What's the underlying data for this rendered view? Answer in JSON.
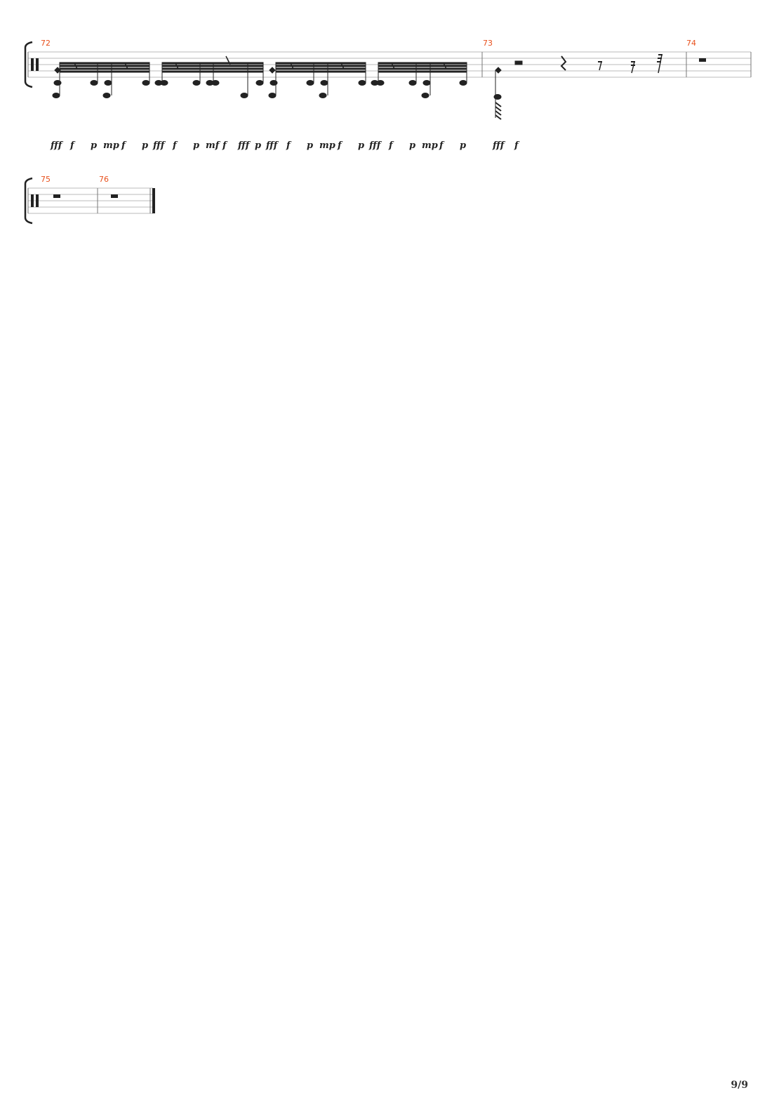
{
  "score": {
    "systems": [
      {
        "measures": [
          {
            "number": "72"
          },
          {
            "number": "73"
          },
          {
            "number": "74"
          }
        ],
        "dynamics": [
          "fff",
          "f",
          "p",
          "mp",
          "f",
          "p",
          "fff",
          "f",
          "p",
          "mf",
          "f",
          "fff",
          "p",
          "fff",
          "f",
          "p",
          "mp",
          "f",
          "p",
          "fff",
          "f",
          "p",
          "mp",
          "f",
          "p",
          "fff",
          "f"
        ]
      },
      {
        "measures": [
          {
            "number": "75"
          },
          {
            "number": "76"
          }
        ]
      }
    ],
    "page_number": "9/9",
    "accent_color": "#e8501c"
  }
}
